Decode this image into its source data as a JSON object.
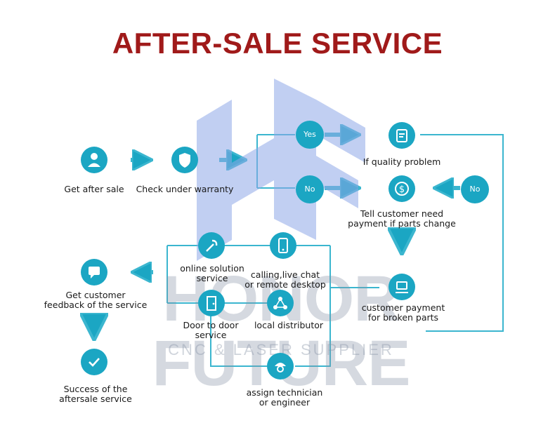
{
  "title": "AFTER-SALE SERVICE",
  "colors": {
    "title": "#a01a1a",
    "accent": "#1ba6c3",
    "line": "#3bb6cf",
    "watermark_logo": "#8fa9e8",
    "watermark_text": "#8a95a8"
  },
  "watermark": {
    "name": "HONOR FUTURE",
    "subtitle": "CNC & LASER SUPPLIER"
  },
  "decisions": {
    "yes": "Yes",
    "no_left": "No",
    "no_right": "No"
  },
  "steps": {
    "get_after_sale": [
      "Get after sale"
    ],
    "check_warranty": [
      "Check under warranty"
    ],
    "quality_problem": [
      "If quality problem"
    ],
    "tell_customer": [
      "Tell customer need",
      "payment if parts change"
    ],
    "customer_payment": [
      "customer payment",
      "for broken parts"
    ],
    "online_solution": [
      "online solution",
      "service"
    ],
    "calling": [
      "calling,live chat",
      "or remote desktop"
    ],
    "door_to_door": [
      "Door  to door",
      "service"
    ],
    "local_distributor": [
      "local distributor"
    ],
    "assign_technician": [
      "assign technician",
      "or engineer"
    ],
    "get_feedback": [
      "Get customer",
      "feedback of the service"
    ],
    "success": [
      "Success of the",
      "aftersale service"
    ]
  },
  "icons": {
    "get_after_sale": "person-icon",
    "check_warranty": "shield-icon",
    "quality_problem": "clipboard-icon",
    "tell_customer": "money-icon",
    "customer_payment": "payment-icon",
    "online_solution": "wrench-icon",
    "calling": "phone-icon",
    "door_to_door": "door-icon",
    "local_distributor": "distributor-icon",
    "assign_technician": "engineer-icon",
    "get_feedback": "feedback-icon",
    "success": "check-icon"
  }
}
